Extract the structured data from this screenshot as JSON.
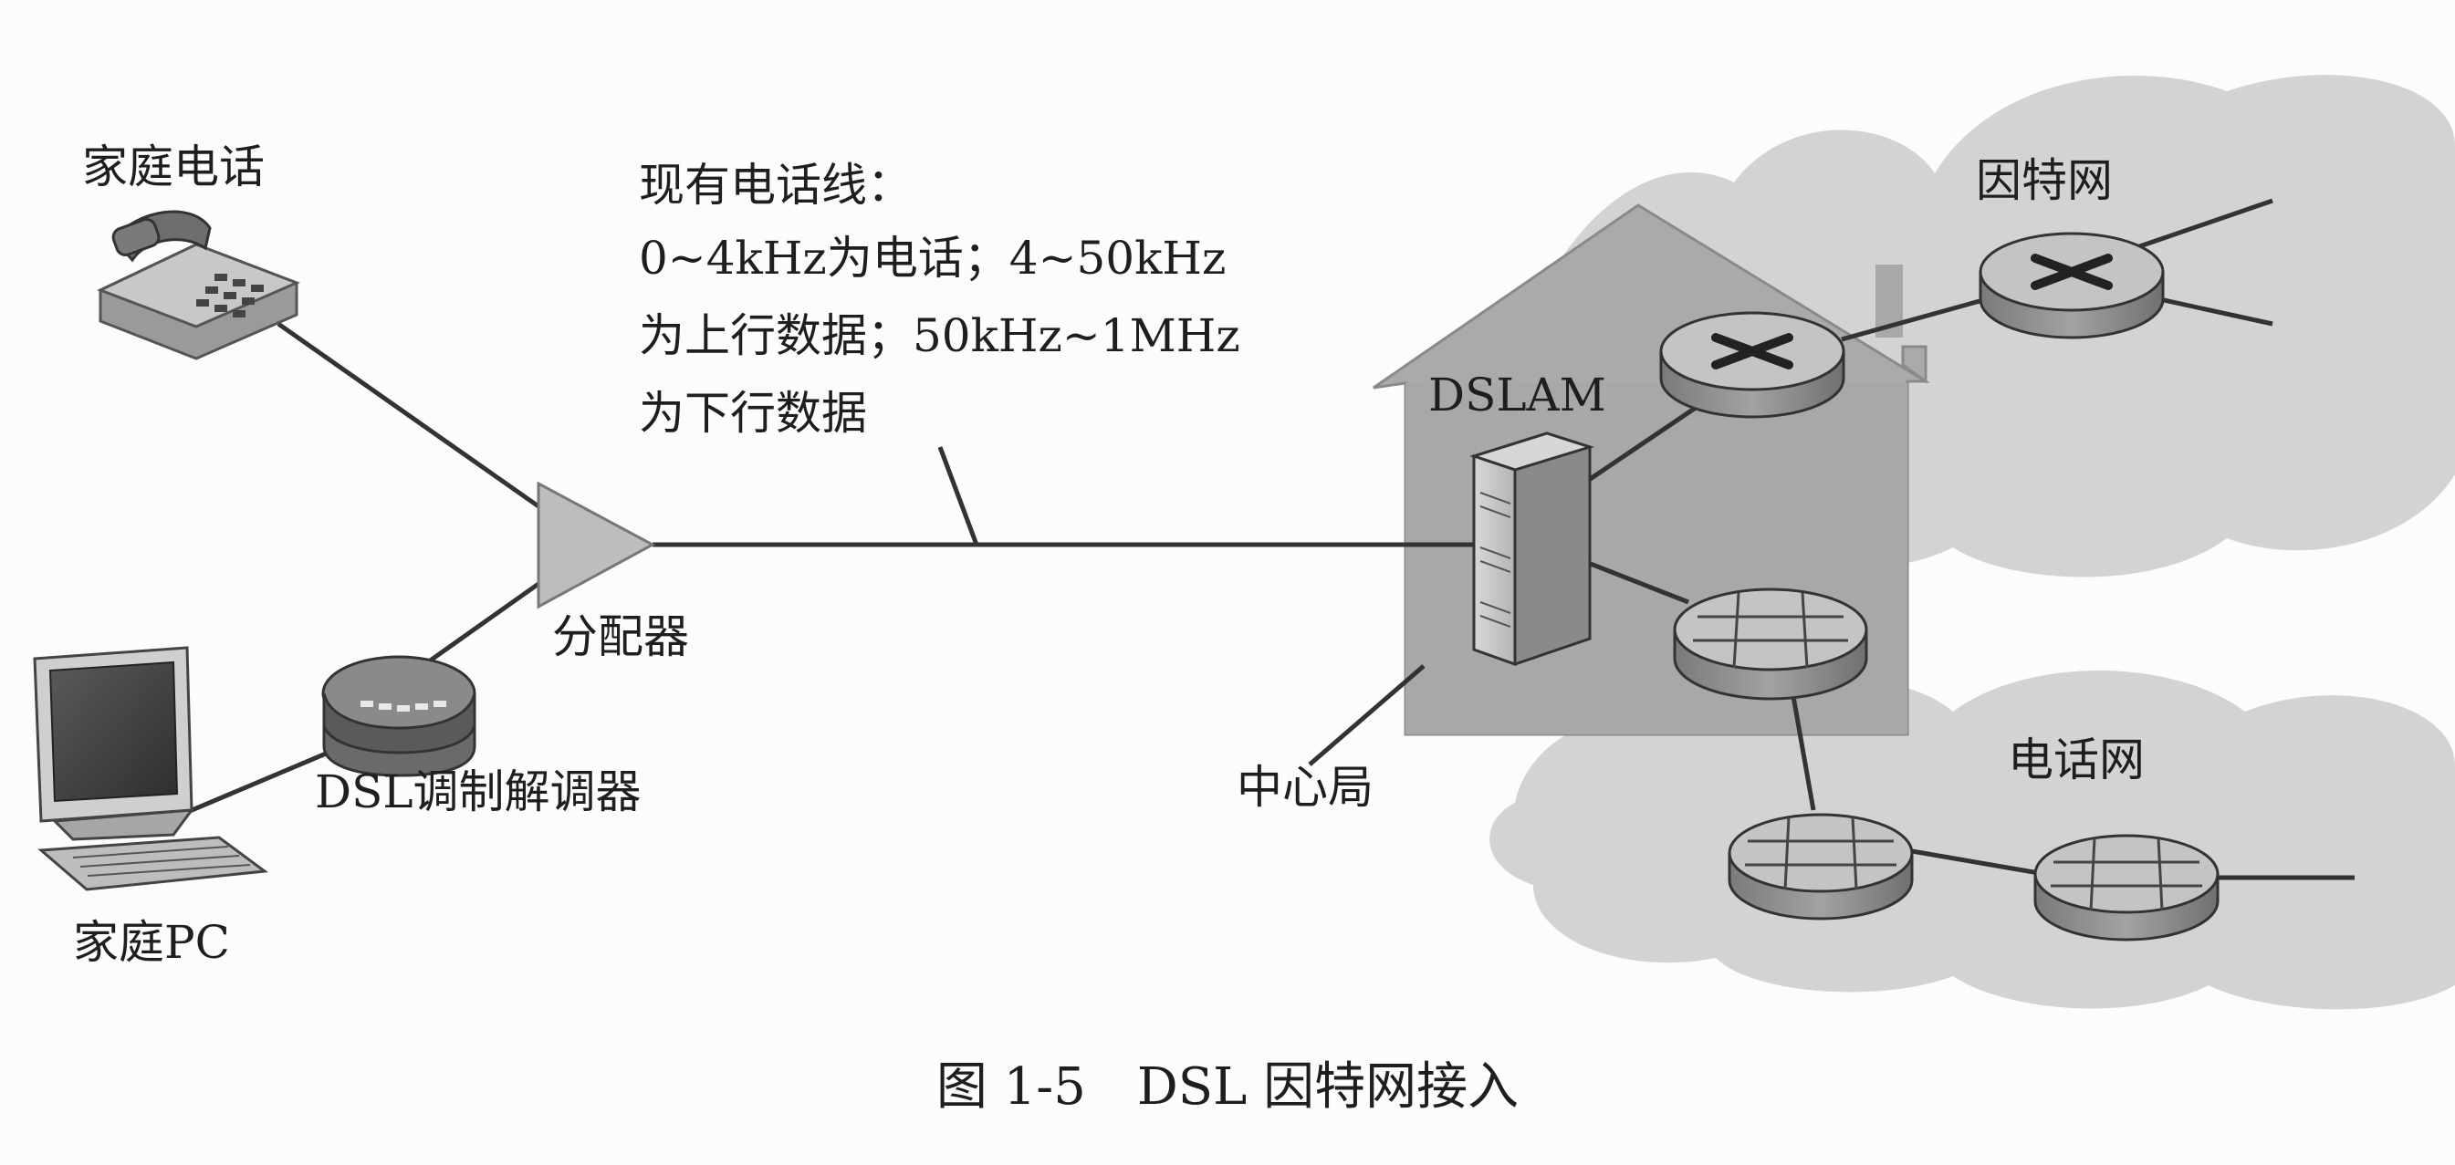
{
  "labels": {
    "home_phone": "家庭电话",
    "home_pc": "家庭PC",
    "dsl_modem": "DSL调制解调器",
    "splitter": "分配器",
    "phone_line_lines": [
      "现有电话线：",
      "0~4kHz为电话；4~50kHz",
      "为上行数据；50kHz~1MHz",
      "为下行数据"
    ],
    "dslam": "DSLAM",
    "central_office": "中心局",
    "internet": "因特网",
    "telephone_network": "电话网"
  },
  "caption": "图 1-5　DSL 因特网接入",
  "colors": {
    "background": "#fcfcfb",
    "cloud": "#d3d3d3",
    "house": "#a8a8a8",
    "router_top": "#c4c4c4",
    "router_side": "#8c8c8c",
    "line": "#333333"
  }
}
